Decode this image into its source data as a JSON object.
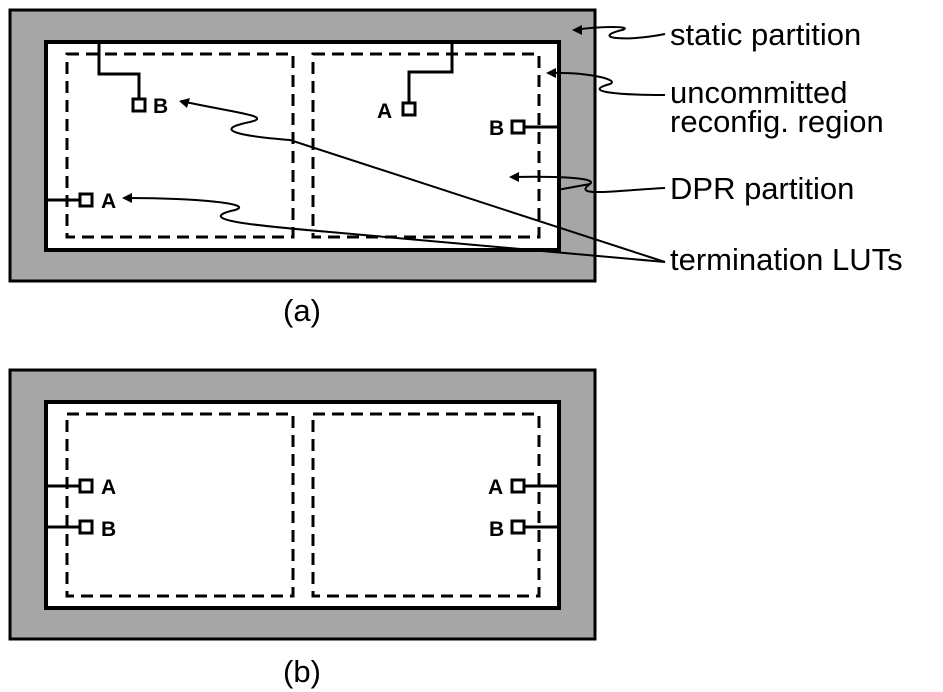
{
  "diagram_a": {
    "caption": "(a)",
    "labels": {
      "static": "static partition",
      "uncommitted_1": "uncommitted",
      "uncommitted_2": "reconfig. region",
      "dpr": "DPR partition",
      "termination": "termination LUTs"
    },
    "pins": {
      "left_top": "B",
      "left_bottom": "A",
      "right_top": "A",
      "right_side": "B"
    }
  },
  "diagram_b": {
    "caption": "(b)",
    "pins": {
      "left_a": "A",
      "left_b": "B",
      "right_a": "A",
      "right_b": "B"
    }
  },
  "colors": {
    "static_fill": "#a6a6a6",
    "stroke": "#000000",
    "background": "#ffffff"
  }
}
